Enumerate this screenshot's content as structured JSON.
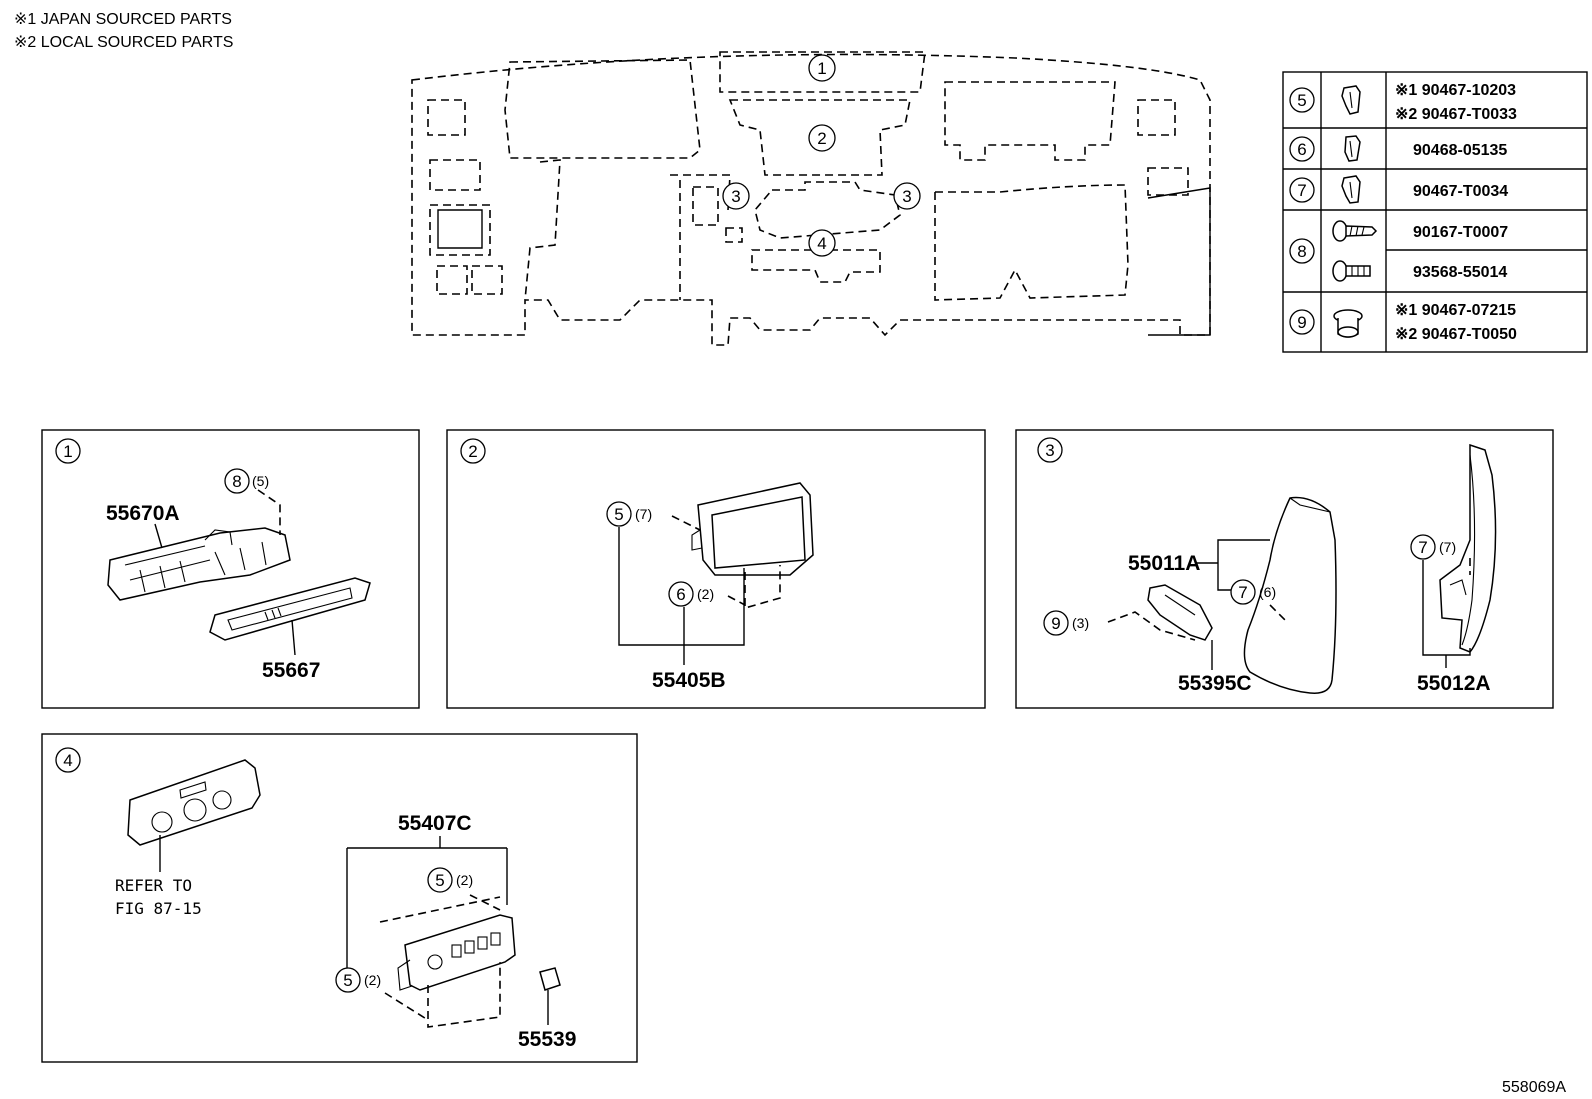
{
  "notes": {
    "japan": "※1  JAPAN SOURCED PARTS",
    "local": "※2  LOCAL SOURCED PARTS"
  },
  "overview_callouts": {
    "c1": "1",
    "c2": "2",
    "c3a": "3",
    "c3b": "3",
    "c4": "4"
  },
  "fastener_table": {
    "rows": [
      {
        "ref": "5",
        "icon": "clip-icon",
        "part_a": "※1 90467-10203",
        "part_b": "※2 90467-T0033"
      },
      {
        "ref": "6",
        "icon": "clip-icon",
        "part_a": "90468-05135"
      },
      {
        "ref": "7",
        "icon": "clip-icon",
        "part_a": "90467-T0034"
      },
      {
        "ref": "8",
        "icon": "screw-icon",
        "part_a": "90167-T0007",
        "part_b": "93568-55014"
      },
      {
        "ref": "9",
        "icon": "push-rivet-icon",
        "part_a": "※1 90467-07215",
        "part_b": "※2 90467-T0050"
      }
    ]
  },
  "panels": {
    "p1": {
      "index": "1",
      "parts": {
        "vent_upper": "55670A",
        "vent_lower": "55667"
      },
      "fastener": {
        "ref": "8",
        "qty": "(5)"
      }
    },
    "p2": {
      "index": "2",
      "parts": {
        "bracket": "55405B"
      },
      "fasteners": [
        {
          "ref": "5",
          "qty": "(7)"
        },
        {
          "ref": "6",
          "qty": "(2)"
        }
      ]
    },
    "p3": {
      "index": "3",
      "parts": {
        "side_panel": "55011A",
        "bracket": "55395C",
        "end_cover": "55012A"
      },
      "fasteners": [
        {
          "ref": "7",
          "qty": "(6)"
        },
        {
          "ref": "9",
          "qty": "(3)"
        },
        {
          "ref": "7",
          "qty": "(7)"
        }
      ]
    },
    "p4": {
      "index": "4",
      "parts": {
        "cluster_panel": "55407C",
        "switch": "55539"
      },
      "refer_line1": "REFER TO",
      "refer_line2": "FIG 87-15",
      "fasteners": [
        {
          "ref": "5",
          "qty": "(2)"
        },
        {
          "ref": "5",
          "qty": "(2)"
        }
      ]
    }
  },
  "figure_code": "558069A"
}
